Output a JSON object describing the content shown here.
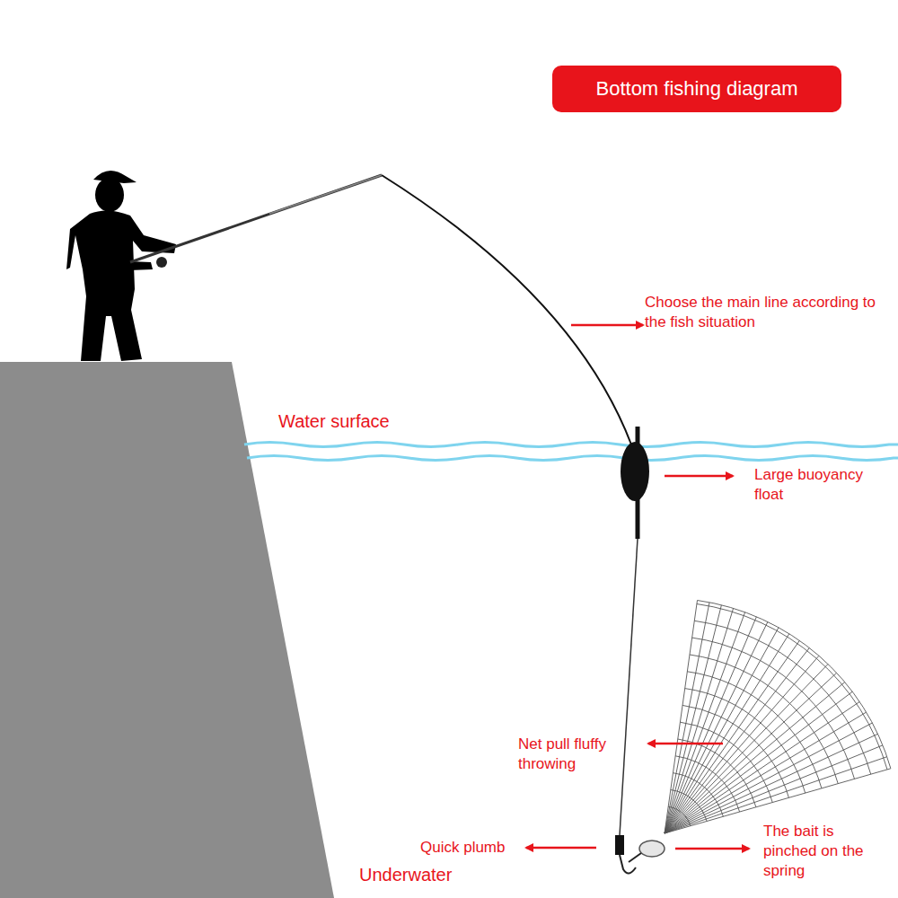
{
  "diagram": {
    "title": "Bottom fishing diagram",
    "labels": [
      "Choose the main line according to the fish situation",
      "Water surface",
      "Large buoyancy float",
      "Net pull fluffy throwing",
      "Quick plumb",
      "Underwater",
      "The bait is pinched on the spring"
    ]
  }
}
